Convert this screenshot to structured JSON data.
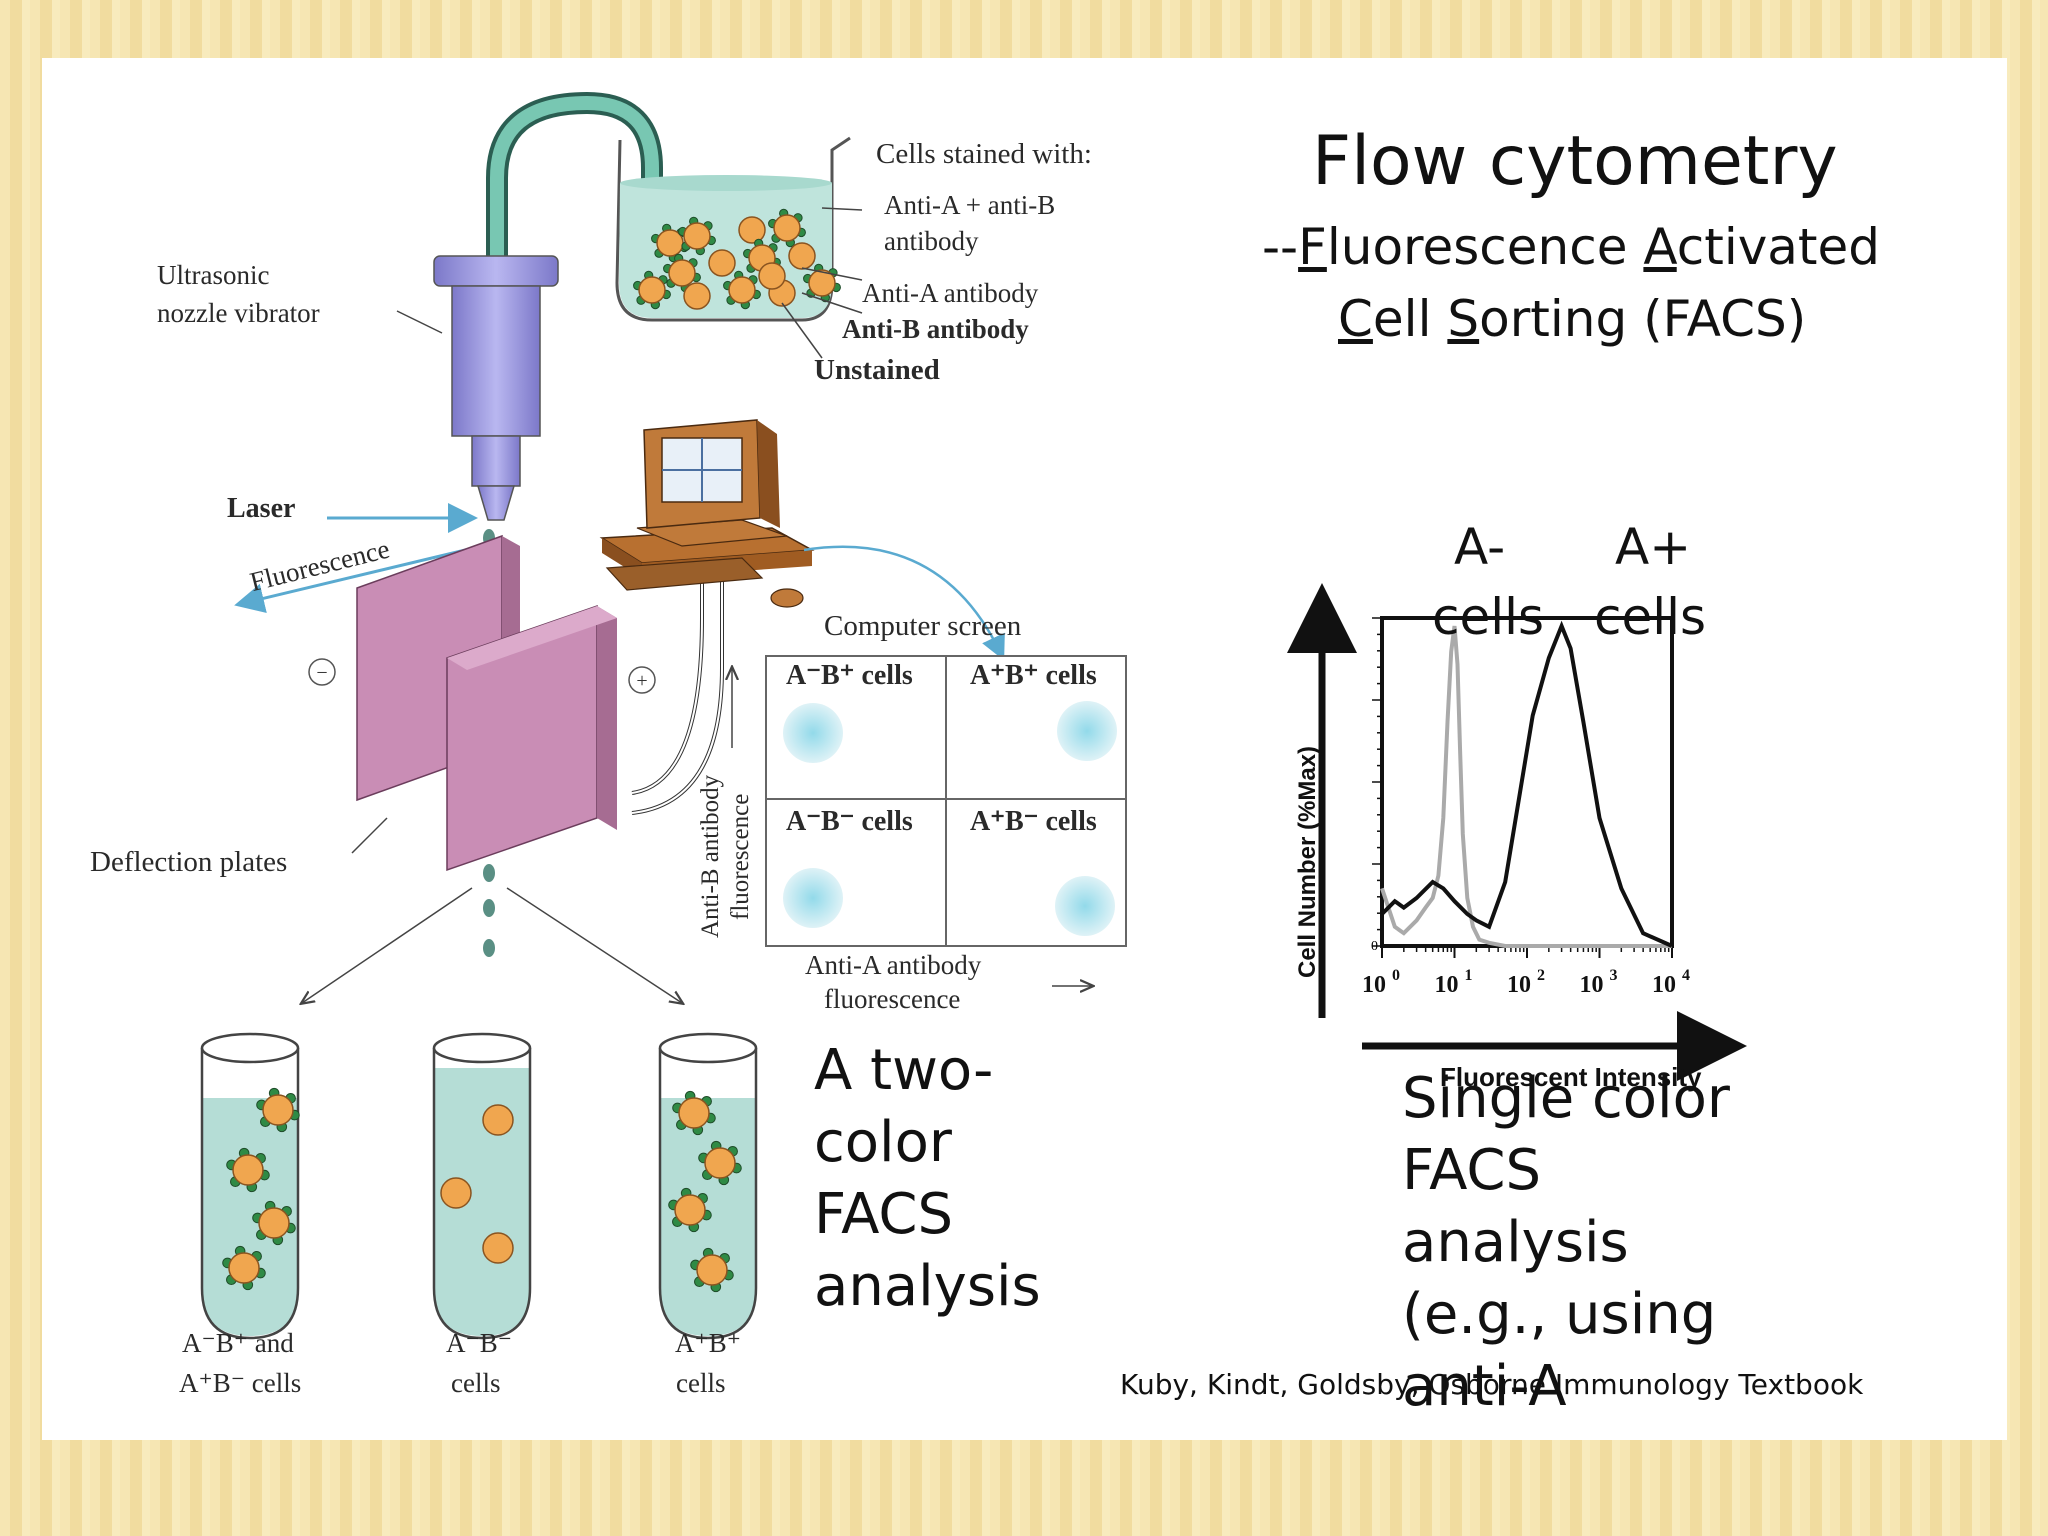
{
  "slide": {
    "title": "Flow cytometry",
    "subtitle_line1_prefix": "--",
    "subtitle_line1_words": [
      {
        "initial": "F",
        "rest": "luorescence "
      },
      {
        "initial": "A",
        "rest": "ctivated"
      }
    ],
    "subtitle_line2_words": [
      {
        "initial": "C",
        "rest": "ell "
      },
      {
        "initial": "S",
        "rest": "orting (FACS)"
      }
    ],
    "two_color_caption": [
      "A two-",
      "color",
      "FACS",
      "analysis"
    ],
    "single_color_caption": [
      "Single color",
      "FACS",
      "analysis",
      "(e.g., using",
      "anti-A"
    ],
    "citation": "Kuby, Kindt, Goldsby, Osborne Immunology Textbook",
    "colors": {
      "plate": "#c98db5",
      "nozzle": "#9a98e0",
      "liquid": "#b5ddd6",
      "cell": "#f0a64f",
      "antibody": "#2f8a45"
    }
  },
  "apparatus": {
    "stain_label": "Cells stained with:",
    "antiab_label": [
      "Anti-A + anti-B",
      "antibody"
    ],
    "antia_label": "Anti-A antibody",
    "antib_label": "Anti-B antibody",
    "unstained_label": "Unstained",
    "nozzle_label": [
      "Ultrasonic",
      "nozzle vibrator"
    ],
    "laser_label": "Laser",
    "fluorescence_label": "Fluorescence",
    "deflection_label": "Deflection plates",
    "minus_sign": "−",
    "plus_sign": "+"
  },
  "computer_screen": {
    "title": "Computer screen",
    "quadrants": [
      "A⁻B⁺ cells",
      "A⁺B⁺ cells",
      "A⁻B⁻ cells",
      "A⁺B⁻ cells"
    ],
    "y_axis": [
      "Anti-B antibody",
      "fluorescence"
    ],
    "x_axis": [
      "Anti-A antibody",
      "fluorescence"
    ]
  },
  "tubes": [
    {
      "label": [
        "A⁻B⁺ and",
        "A⁺B⁻ cells"
      ]
    },
    {
      "label": [
        "A⁻B⁻",
        "cells"
      ]
    },
    {
      "label": [
        "A⁺B⁺",
        "cells"
      ]
    }
  ],
  "histogram": {
    "header_left": [
      "A-",
      "cells"
    ],
    "header_right": [
      "A+",
      "cells"
    ],
    "y_label": "Cell Number (%Max)",
    "x_label": "Fluorescent Intensity",
    "y_zero": "0",
    "x_ticks": [
      "10",
      "10",
      "10",
      "10",
      "10"
    ],
    "x_tick_exps": [
      "0",
      "1",
      "2",
      "3",
      "4"
    ]
  },
  "chart_data": {
    "type": "line",
    "xlabel": "Fluorescent Intensity",
    "ylabel": "Cell Number (%Max)",
    "x_scale": "log",
    "xlim": [
      1,
      10000
    ],
    "ylim": [
      0,
      100
    ],
    "series": [
      {
        "name": "A- cells",
        "x": [
          1,
          1.5,
          2,
          3,
          4,
          5,
          6,
          7,
          8,
          9,
          10,
          11,
          12,
          13,
          15,
          18,
          22,
          30,
          50,
          10000
        ],
        "y": [
          18,
          6,
          4,
          8,
          12,
          15,
          22,
          40,
          70,
          92,
          100,
          88,
          60,
          35,
          15,
          6,
          2,
          1,
          0,
          0
        ]
      },
      {
        "name": "A+ cells",
        "x": [
          1,
          1.5,
          2,
          3,
          5,
          7,
          10,
          15,
          20,
          30,
          50,
          80,
          120,
          200,
          300,
          400,
          600,
          1000,
          2000,
          4000,
          10000
        ],
        "y": [
          10,
          14,
          12,
          15,
          20,
          18,
          14,
          10,
          8,
          6,
          20,
          48,
          72,
          90,
          100,
          93,
          70,
          40,
          18,
          4,
          0
        ]
      }
    ]
  }
}
